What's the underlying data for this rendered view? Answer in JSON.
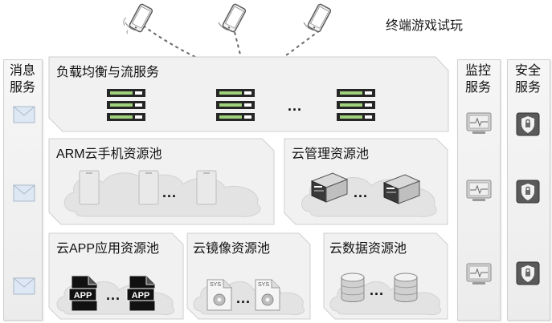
{
  "top": {
    "terminal_label": "终端游戏试玩"
  },
  "left_column": {
    "label_line1": "消息",
    "label_line2": "服务"
  },
  "load_balance": {
    "label": "负载均衡与流服务",
    "dots": "..."
  },
  "arm_pool": {
    "label": "ARM云手机资源池",
    "dots": "..."
  },
  "cloud_mgmt": {
    "label": "云管理资源池",
    "dots": "..."
  },
  "app_pool": {
    "label": "云APP应用资源池",
    "dots": "...",
    "app_text": "APP"
  },
  "image_pool": {
    "label": "云镜像资源池",
    "dots": "...",
    "sys_text": "SYS"
  },
  "data_pool": {
    "label": "云数据资源池",
    "dots": "..."
  },
  "monitor_column": {
    "label_line1": "监控",
    "label_line2": "服务"
  },
  "security_column": {
    "label_line1": "安全",
    "label_line2": "服务"
  },
  "icons": {
    "phone": "smartphone-icon",
    "server": "server-rack-icon",
    "mail": "envelope-icon",
    "monitor": "monitor-device-icon",
    "shield": "shield-lock-icon",
    "database": "database-icon",
    "appfile": "app-file-icon",
    "sysfile": "sys-image-file-icon",
    "hardware": "server-box-icon",
    "device": "cloud-phone-device-icon"
  }
}
